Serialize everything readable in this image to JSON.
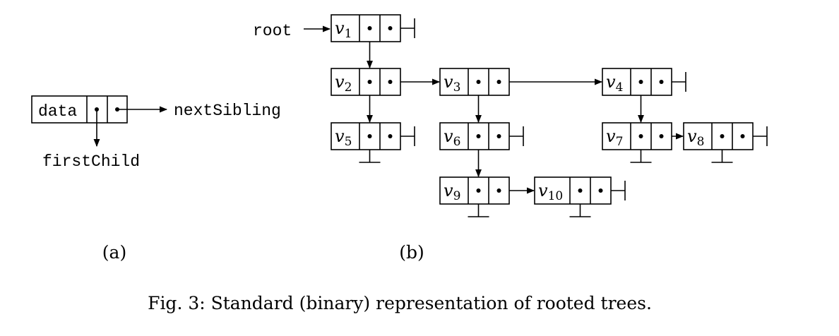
{
  "part_a": {
    "node_label": "data",
    "next_label": "nextSibling",
    "child_label": "firstChild",
    "caption": "(a)"
  },
  "part_b": {
    "root_label": "root",
    "caption": "(b)",
    "nodes": [
      {
        "id": "v1",
        "letter": "v",
        "sub": "1"
      },
      {
        "id": "v2",
        "letter": "v",
        "sub": "2"
      },
      {
        "id": "v3",
        "letter": "v",
        "sub": "3"
      },
      {
        "id": "v4",
        "letter": "v",
        "sub": "4"
      },
      {
        "id": "v5",
        "letter": "v",
        "sub": "5"
      },
      {
        "id": "v6",
        "letter": "v",
        "sub": "6"
      },
      {
        "id": "v7",
        "letter": "v",
        "sub": "7"
      },
      {
        "id": "v8",
        "letter": "v",
        "sub": "8"
      },
      {
        "id": "v9",
        "letter": "v",
        "sub": "9"
      },
      {
        "id": "v10",
        "letter": "v",
        "sub": "10"
      }
    ],
    "first_child": {
      "v1": "v2",
      "v2": "v5",
      "v3": "v6",
      "v4": "v7",
      "v6": "v9",
      "v5": null,
      "v7": null,
      "v8": null,
      "v9": null,
      "v10": null
    },
    "next_sibling": {
      "v2": "v3",
      "v3": "v4",
      "v7": "v8",
      "v9": "v10",
      "v1": null,
      "v4": null,
      "v5": null,
      "v6": null,
      "v8": null,
      "v10": null
    }
  },
  "figure_caption": "Fig. 3: Standard (binary) representation of rooted trees."
}
